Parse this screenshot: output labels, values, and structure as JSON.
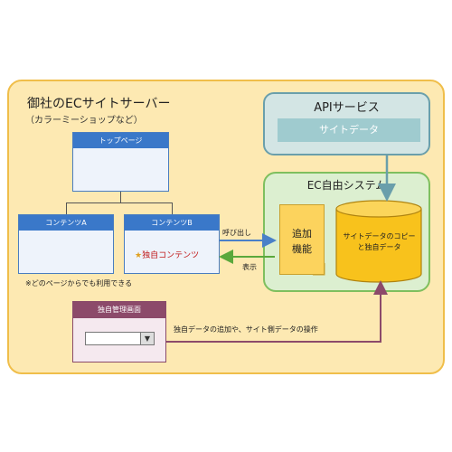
{
  "ec_site": {
    "title": "御社のECサイトサーバー",
    "subtitle": "（カラーミーショップなど）",
    "pages": {
      "top": "トップページ",
      "content_a": "コンテンツA",
      "content_b": "コンテンツB"
    },
    "unique_content": "独自コンテンツ",
    "unique_content_icon": "star-icon",
    "note": "※どのページからでも利用できる"
  },
  "api_service": {
    "title": "APIサービス",
    "site_data": "サイトデータ"
  },
  "system": {
    "title": "EC自由システム",
    "function_label_line1": "追加",
    "function_label_line2": "機能",
    "db_label_line1": "サイトデータのコピー",
    "db_label_line2": "と独自データ"
  },
  "admin": {
    "title": "独自管理画面",
    "select_icon": "triangle-down-icon"
  },
  "labels": {
    "call": "呼び出し",
    "display": "表示",
    "operations": "独自データの追加や、サイト側データの操作"
  },
  "colors": {
    "site_bg": "#fde9b2",
    "window_header": "#3a78c9",
    "api_bg": "#d3e5e4",
    "system_bg": "#dcefd0",
    "database": "#f8c21c",
    "admin_header": "#8c4a6a",
    "call_arrow": "#4a80c8",
    "display_arrow": "#5aa83c",
    "sync_arrow": "#6a9fab",
    "ops_arrow": "#8c4a6a"
  }
}
